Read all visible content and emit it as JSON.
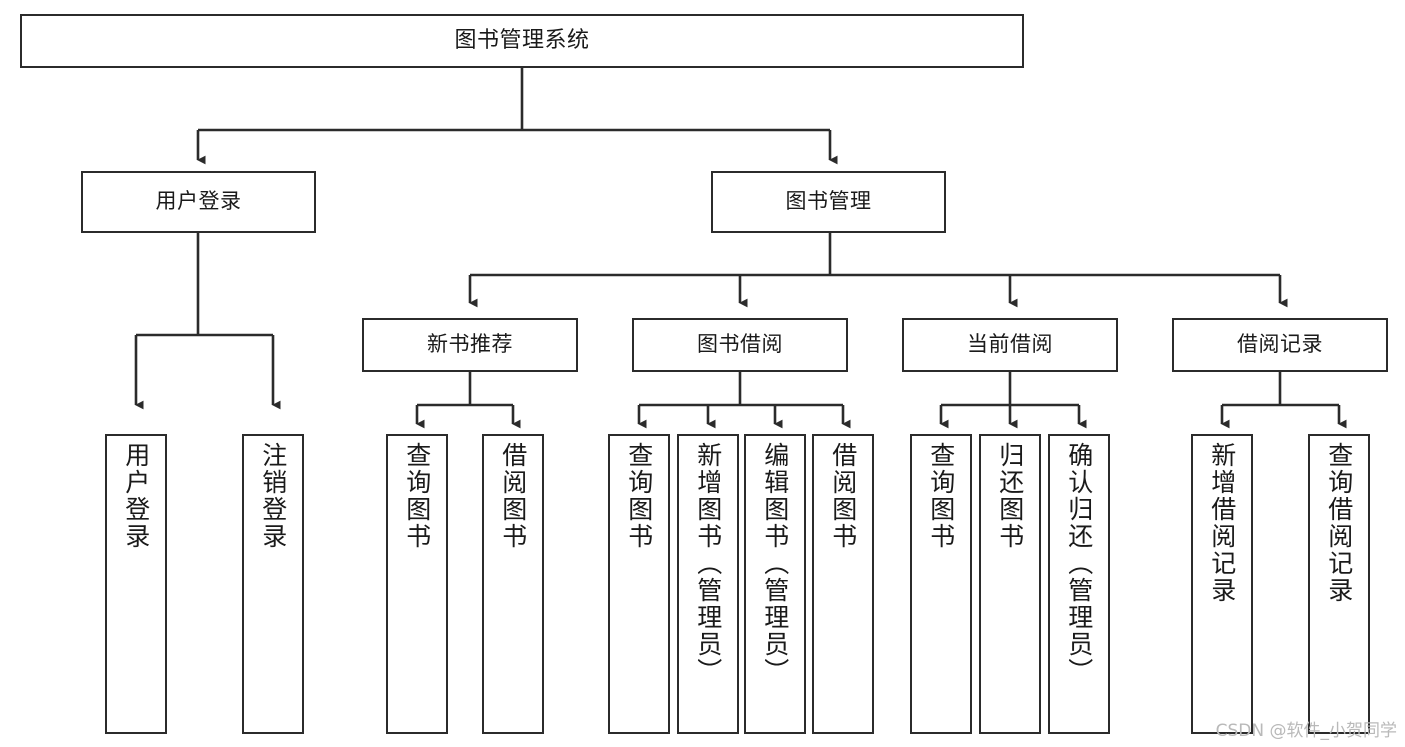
{
  "diagram": {
    "title": "图书管理系统",
    "colors": {
      "border": "#2b2b2b",
      "background": "#ffffff",
      "text": "#1a1a1a",
      "edge": "#2b2b2b",
      "watermark": "#b9b9b9"
    },
    "watermark": "CSDN @软件_小贺同学",
    "nodes": {
      "root": "图书管理系统",
      "level1": [
        "用户登录",
        "图书管理"
      ],
      "level2": [
        "新书推荐",
        "图书借阅",
        "当前借阅",
        "借阅记录"
      ],
      "leaves": {
        "user_login": [
          "用户登录",
          "注销登录"
        ],
        "new_book": [
          "查询图书",
          "借阅图书"
        ],
        "book_borrow": [
          "查询图书",
          "新增图书（管理员）",
          "编辑图书（管理员）",
          "借阅图书"
        ],
        "current_borrow": [
          "查询图书",
          "归还图书",
          "确认归还（管理员）"
        ],
        "borrow_record": [
          "新增借阅记录",
          "查询借阅记录"
        ]
      }
    }
  }
}
